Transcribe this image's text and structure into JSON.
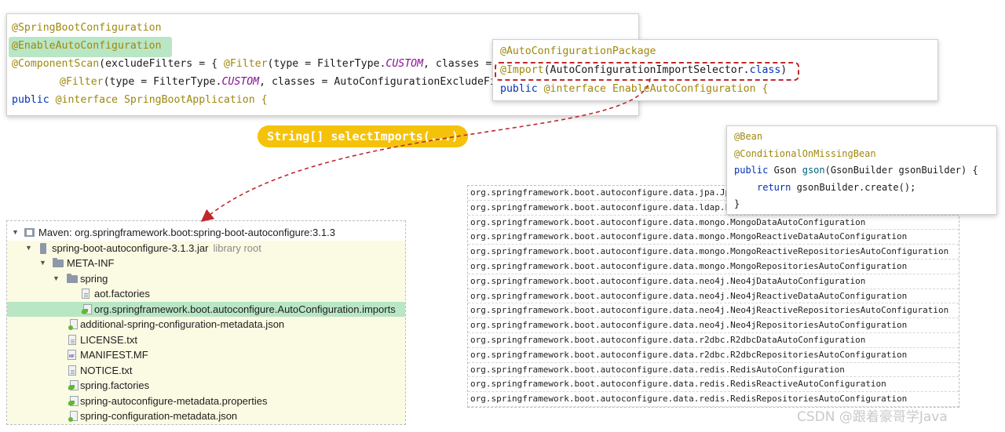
{
  "main_code": {
    "line1": "@SpringBootConfiguration",
    "line2": "@EnableAutoConfiguration",
    "line3_anno": "@ComponentScan",
    "line3_rest": "(excludeFilters = { ",
    "line3_filter": "@Filter",
    "line3_tail": "(type = FilterType.",
    "line3_custom": "CUSTOM",
    "line3_end": ", classes = Ty",
    "line4_filter": "@Filter",
    "line4_tail": "(type = FilterType.",
    "line4_custom": "CUSTOM",
    "line4_end": ", classes = AutoConfigurationExcludeFil",
    "line5_kw": "public",
    "line5_anno": "@interface",
    "line5_name": " SpringBootApplication {"
  },
  "enable_code": {
    "line1": "@AutoConfigurationPackage",
    "line2_anno": "@Import",
    "line2_rest": "(AutoConfigurationImportSelector.",
    "line2_kw": "class",
    "line2_end": ")",
    "line3_kw": "public",
    "line3_anno": "@interface",
    "line3_name": " EnableAutoConfiguration {"
  },
  "bean_code": {
    "line1": "@Bean",
    "line2": "@ConditionalOnMissingBean",
    "line3_kw": "public",
    "line3_type": " Gson ",
    "line3_fn": "gson",
    "line3_rest": "(GsonBuilder gsonBuilder) {",
    "line4_kw": "return",
    "line4_rest": " gsonBuilder.create();",
    "line5": "}"
  },
  "pill_label": "String[] selectImports(...)",
  "imports": [
    "org.springframework.boot.autoconfigure.data.jpa.JpaRepositoriesAutoConfiguration",
    "org.springframework.boot.autoconfigure.data.ldap.LdapRepositoriesAutoConfiguration",
    "org.springframework.boot.autoconfigure.data.mongo.MongoDataAutoConfiguration",
    "org.springframework.boot.autoconfigure.data.mongo.MongoReactiveDataAutoConfiguration",
    "org.springframework.boot.autoconfigure.data.mongo.MongoReactiveRepositoriesAutoConfiguration",
    "org.springframework.boot.autoconfigure.data.mongo.MongoRepositoriesAutoConfiguration",
    "org.springframework.boot.autoconfigure.data.neo4j.Neo4jDataAutoConfiguration",
    "org.springframework.boot.autoconfigure.data.neo4j.Neo4jReactiveDataAutoConfiguration",
    "org.springframework.boot.autoconfigure.data.neo4j.Neo4jReactiveRepositoriesAutoConfiguration",
    "org.springframework.boot.autoconfigure.data.neo4j.Neo4jRepositoriesAutoConfiguration",
    "org.springframework.boot.autoconfigure.data.r2dbc.R2dbcDataAutoConfiguration",
    "org.springframework.boot.autoconfigure.data.r2dbc.R2dbcRepositoriesAutoConfiguration",
    "org.springframework.boot.autoconfigure.data.redis.RedisAutoConfiguration",
    "org.springframework.boot.autoconfigure.data.redis.RedisReactiveAutoConfiguration",
    "org.springframework.boot.autoconfigure.data.redis.RedisRepositoriesAutoConfiguration"
  ],
  "tree": {
    "maven": "Maven: org.springframework.boot:spring-boot-autoconfigure:3.1.3",
    "jar": "spring-boot-autoconfigure-3.1.3.jar",
    "jar_sub": "library root",
    "meta_inf": "META-INF",
    "spring": "spring",
    "aot": "aot.factories",
    "imports_file": "org.springframework.boot.autoconfigure.AutoConfiguration.imports",
    "additional": "additional-spring-configuration-metadata.json",
    "license": "LICENSE.txt",
    "manifest": "MANIFEST.MF",
    "notice": "NOTICE.txt",
    "factories": "spring.factories",
    "props": "spring-autoconfigure-metadata.properties",
    "config_json": "spring-configuration-metadata.json"
  },
  "watermark": "CSDN @跟着豪哥学Java",
  "colors": {
    "pill": "#f5c20b",
    "highlight": "#b9e6c5",
    "annotation": "#9e880d",
    "keyword": "#0033b3",
    "dashed_red": "#c0282c"
  }
}
